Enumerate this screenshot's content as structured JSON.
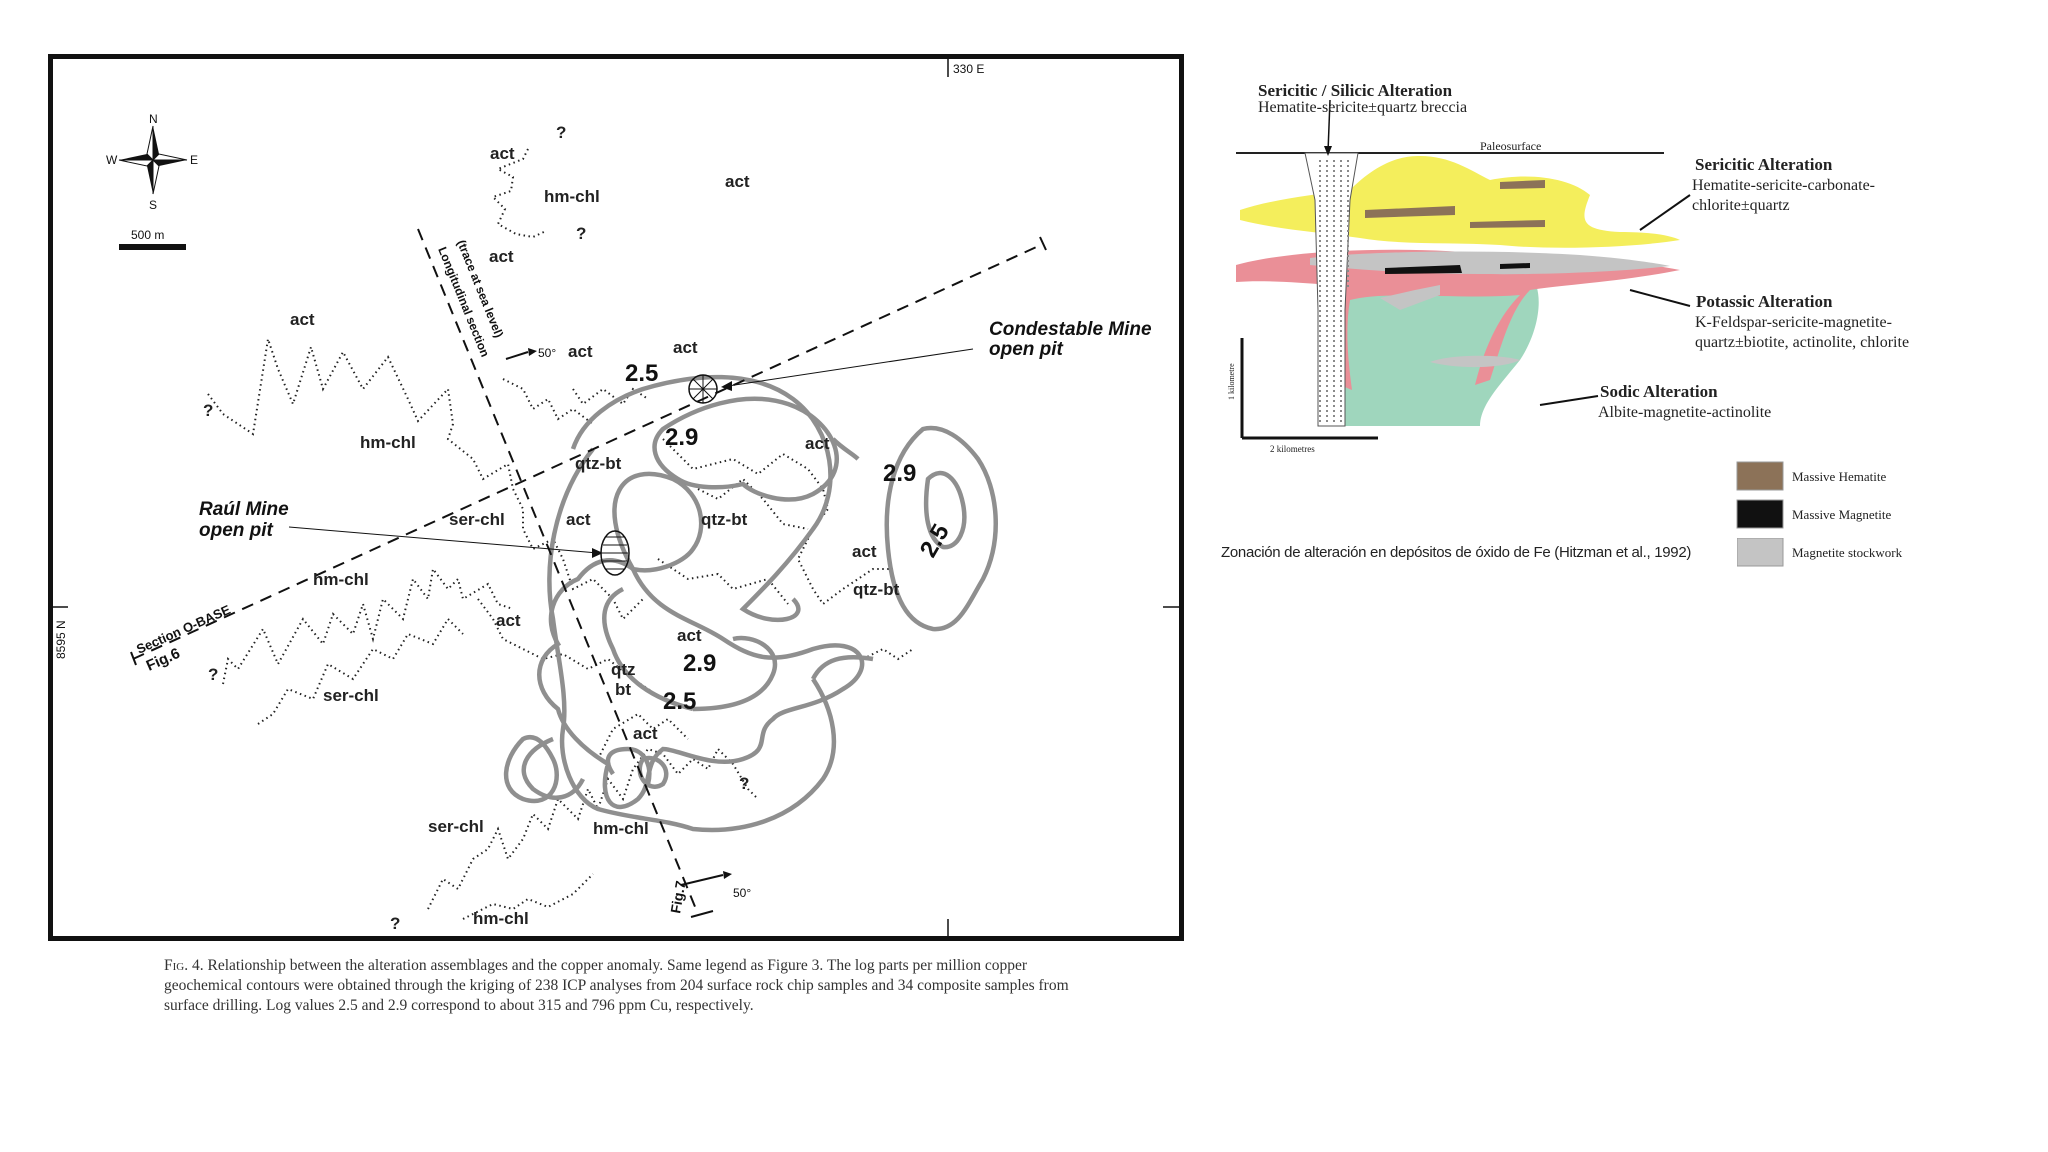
{
  "map": {
    "grid_top": "330 E",
    "grid_left": "8595 N",
    "compass": {
      "n": "N",
      "s": "S",
      "e": "E",
      "w": "W"
    },
    "scale_bar": "500 m",
    "longitudinal_section": "Longitudinal section",
    "longitudinal_trace": "(trace at sea level)",
    "dip_top": "50°",
    "dip_bottom": "50°",
    "section_label": "Section O-BASE",
    "fig6": "Fig.6",
    "fig7": "Fig.7",
    "mine_condestable_1": "Condestable Mine",
    "mine_condestable_2": "open pit",
    "mine_raul_1": "Raúl Mine",
    "mine_raul_2": "open pit",
    "labels": {
      "act_1": "act",
      "act_2": "act",
      "act_3": "act",
      "act_4": "act",
      "act_5": "act",
      "act_6": "act",
      "act_7": "act",
      "act_8": "act",
      "act_9": "act",
      "act_10": "act",
      "act_11": "act",
      "act_12": "act",
      "hmchl_1": "hm-chl",
      "hmchl_2": "hm-chl",
      "hmchl_3": "hm-chl",
      "hmchl_4": "hm-chl",
      "hmchl_5": "hm-chl",
      "serchl_1": "ser-chl",
      "serchl_2": "ser-chl",
      "serchl_3": "ser-chl",
      "qtzbt_1": "qtz-bt",
      "qtzbt_2": "qtz-bt",
      "qtzbt_3": "qtz-bt",
      "qtz": "qtz",
      "bt": "bt",
      "q_1": "?",
      "q_2": "?",
      "q_3": "?",
      "q_4": "?",
      "q_5": "?",
      "q_6": "?"
    },
    "contours": {
      "c25_a": "2.5",
      "c29_a": "2.9",
      "c29_b": "2.9",
      "c29_c": "2.9",
      "c25_b": "2.5",
      "c25_c": "2.5"
    }
  },
  "caption": {
    "figno": "Fig. 4.",
    "text": "Relationship between the alteration assemblages and the copper anomaly. Same legend as Figure 3. The log parts per million copper geochemical contours were obtained through the kriging of 238 ICP analyses from 204 surface rock chip samples and 34 composite samples from surface drilling. Log values 2.5 and 2.9 correspond to about 315 and 796 ppm Cu, respectively."
  },
  "zonation": {
    "sericitic_silicic_title": "Sericitic / Silicic Alteration",
    "sericitic_silicic_sub": "Hematite-sericite±quartz breccia",
    "paleosurface": "Paleosurface",
    "sericitic_title": "Sericitic Alteration",
    "sericitic_sub1": "Hematite-sericite-carbonate-",
    "sericitic_sub2": "chlorite±quartz",
    "potassic_title": "Potassic Alteration",
    "potassic_sub1": "K-Feldspar-sericite-magnetite-",
    "potassic_sub2": "quartz±biotite, actinolite, chlorite",
    "sodic_title": "Sodic Alteration",
    "sodic_sub": "Albite-magnetite-actinolite",
    "v_scale": "1 kilometre",
    "h_scale": "2 kilometres",
    "legend": [
      {
        "label": "Massive Hematite",
        "color": "#8c7258"
      },
      {
        "label": "Massive Magnetite",
        "color": "#111111"
      },
      {
        "label": "Magnetite stockwork",
        "color": "#c4c4c4"
      }
    ],
    "colors": {
      "sericitic": "#f4ee5c",
      "potassic": "#ea8f97",
      "sodic": "#9fd6bd"
    },
    "caption": "Zonación de alteración en depósitos de óxido de Fe (Hitzman et al., 1992)"
  }
}
